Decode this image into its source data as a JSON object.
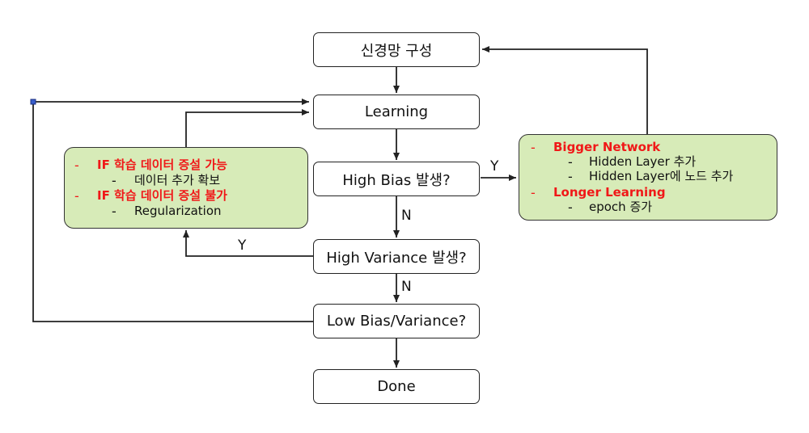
{
  "nodes": {
    "construct": "신경망 구성",
    "learning": "Learning",
    "high_bias": "High Bias 발생?",
    "high_variance": "High Variance 발생?",
    "low_bias_variance": "Low Bias/Variance?",
    "done": "Done"
  },
  "edge_labels": {
    "bias_yes": "Y",
    "bias_no": "N",
    "variance_yes": "Y",
    "variance_no": "N"
  },
  "left_note": {
    "bullet": "-",
    "sub_bullet": "-",
    "if_more_data": "IF 학습 데이터 증설 가능",
    "add_data": "데이터 추가 확보",
    "if_no_more_data": "IF 학습 데이터 증설 불가",
    "regularization": "Regularization"
  },
  "right_note": {
    "bullet": "-",
    "sub_bullet": "-",
    "bigger_network": "Bigger Network",
    "add_hidden_layer": "Hidden Layer 추가",
    "add_nodes": "Hidden Layer에 노드 추가",
    "longer_learning": "Longer Learning",
    "more_epochs": "epoch 증가"
  },
  "colors": {
    "note_fill": "#d7ebb8",
    "emphasis": "#f01818",
    "junction": "#3a5fcd"
  }
}
